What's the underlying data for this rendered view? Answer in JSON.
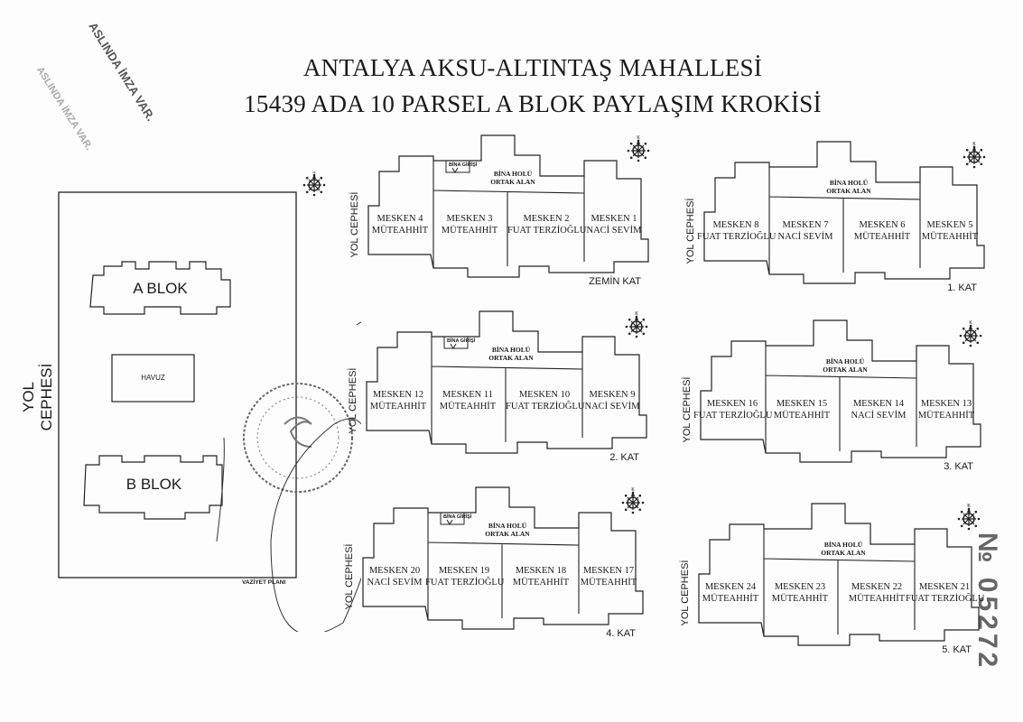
{
  "title": {
    "line1": "ANTALYA AKSU-ALTINTAŞ MAHALLESİ",
    "line2": "15439 ADA 10 PARSEL A BLOK PAYLAŞIM KROKİSİ"
  },
  "stamps": {
    "signature_note_1": "ASLINDA İMZA VAR.",
    "signature_note_2": "ASLINDA İMZA VAR.",
    "document_number": "№ 05272"
  },
  "site_plan": {
    "road_label": "YOL CEPHESİ",
    "block_a": "A BLOK",
    "pool": "HAVUZ",
    "block_b": "B BLOK",
    "caption": "VAZİYET PLANI"
  },
  "compass_letter": "K",
  "floors": [
    {
      "label": "ZEMİN KAT",
      "road": "YOL CEPHESİ",
      "hall": [
        "BİNA HOLÜ",
        "ORTAK ALAN"
      ],
      "entry": "BİNA GİRİŞİ",
      "units": [
        {
          "name": "MESKEN 4",
          "owner": "MÜTEAHHİT"
        },
        {
          "name": "MESKEN 3",
          "owner": "MÜTEAHHİT"
        },
        {
          "name": "MESKEN 2",
          "owner": "FUAT TERZİOĞLU"
        },
        {
          "name": "MESKEN 1",
          "owner": "NACİ SEVİM"
        }
      ]
    },
    {
      "label": "1. KAT",
      "road": "YOL CEPHESİ",
      "hall": [
        "BİNA HOLÜ",
        "ORTAK ALAN"
      ],
      "entry": "",
      "units": [
        {
          "name": "MESKEN 8",
          "owner": "FUAT TERZİOĞLU"
        },
        {
          "name": "MESKEN 7",
          "owner": "NACİ SEVİM"
        },
        {
          "name": "MESKEN 6",
          "owner": "MÜTEAHHİT"
        },
        {
          "name": "MESKEN 5",
          "owner": "MÜTEAHHİT"
        }
      ]
    },
    {
      "label": "2. KAT",
      "road": "YOL CEPHESİ",
      "hall": [
        "BİNA HOLÜ",
        "ORTAK ALAN"
      ],
      "entry": "BİNA GİRİŞİ",
      "units": [
        {
          "name": "MESKEN 12",
          "owner": "MÜTEAHHİT"
        },
        {
          "name": "MESKEN 11",
          "owner": "MÜTEAHHİT"
        },
        {
          "name": "MESKEN 10",
          "owner": "FUAT TERZİOĞLU"
        },
        {
          "name": "MESKEN 9",
          "owner": "NACİ SEVİM"
        }
      ]
    },
    {
      "label": "3. KAT",
      "road": "YOL CEPHESİ",
      "hall": [
        "BİNA HOLÜ",
        "ORTAK ALAN"
      ],
      "entry": "",
      "units": [
        {
          "name": "MESKEN 16",
          "owner": "FUAT TERZİOĞLU"
        },
        {
          "name": "MESKEN 15",
          "owner": "MÜTEAHHİT"
        },
        {
          "name": "MESKEN 14",
          "owner": "NACİ SEVİM"
        },
        {
          "name": "MESKEN 13",
          "owner": "MÜTEAHHİT"
        }
      ]
    },
    {
      "label": "4. KAT",
      "road": "YOL CEPHESİ",
      "hall": [
        "BİNA HOLÜ",
        "ORTAK ALAN"
      ],
      "entry": "BİNA GİRİŞİ",
      "units": [
        {
          "name": "MESKEN 20",
          "owner": "NACİ SEVİM"
        },
        {
          "name": "MESKEN 19",
          "owner": "FUAT TERZİOĞLU"
        },
        {
          "name": "MESKEN 18",
          "owner": "MÜTEAHHİT"
        },
        {
          "name": "MESKEN 17",
          "owner": "MÜTEAHHİT"
        }
      ]
    },
    {
      "label": "5. KAT",
      "road": "YOL CEPHESİ",
      "hall": [
        "BİNA HOLÜ",
        "ORTAK ALAN"
      ],
      "entry": "",
      "units": [
        {
          "name": "MESKEN 24",
          "owner": "MÜTEAHHİT"
        },
        {
          "name": "MESKEN 23",
          "owner": "MÜTEAHHİT"
        },
        {
          "name": "MESKEN 22",
          "owner": "MÜTEAHHİT"
        },
        {
          "name": "MESKEN 21",
          "owner": "FUAT TERZİOĞLU"
        }
      ]
    }
  ]
}
